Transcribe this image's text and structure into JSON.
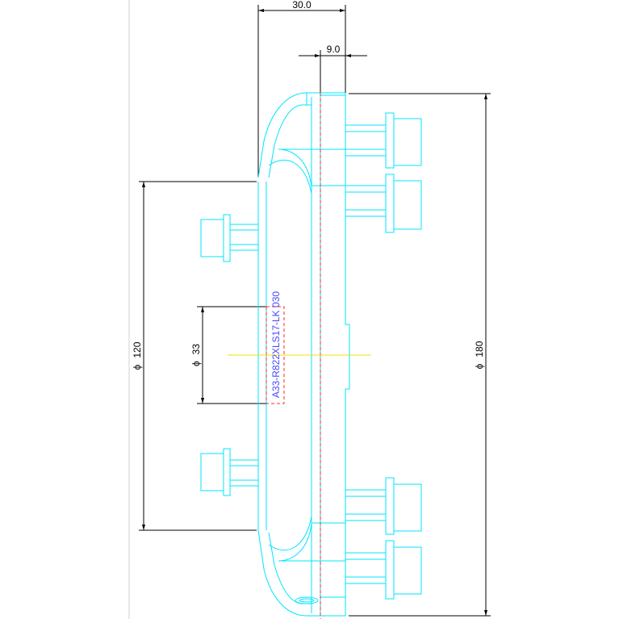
{
  "drawing": {
    "part_label": "A33-R822XLS17-LK 030",
    "colors": {
      "dimension": "#000000",
      "outline": "#00e5ff",
      "centerline": "#ff2a2a",
      "axis": "#f2e000",
      "label": "#4848ff"
    },
    "dimensions": {
      "top_width": "30.0",
      "inner_width": "9.0",
      "dia_120": "120",
      "dia_33": "33",
      "dia_180": "180",
      "dia_symbol": "ϕ"
    }
  }
}
